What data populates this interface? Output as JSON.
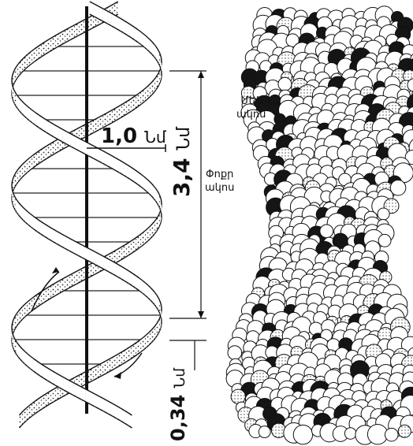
{
  "labels": {
    "diameter": {
      "value": "1,0",
      "unit": "Նմ"
    },
    "pitch": {
      "value": "3,4",
      "unit": "Նմ"
    },
    "rise": {
      "value": "0,34",
      "unit": "Նմ"
    },
    "major_groove": {
      "line1": "Մեծ",
      "line2": "ակոս"
    },
    "minor_groove": {
      "line1": "Փոքր",
      "line2": "ակոս"
    }
  },
  "colors": {
    "ink": "#111111",
    "paper": "#ffffff",
    "atom_dark": "#151515"
  }
}
